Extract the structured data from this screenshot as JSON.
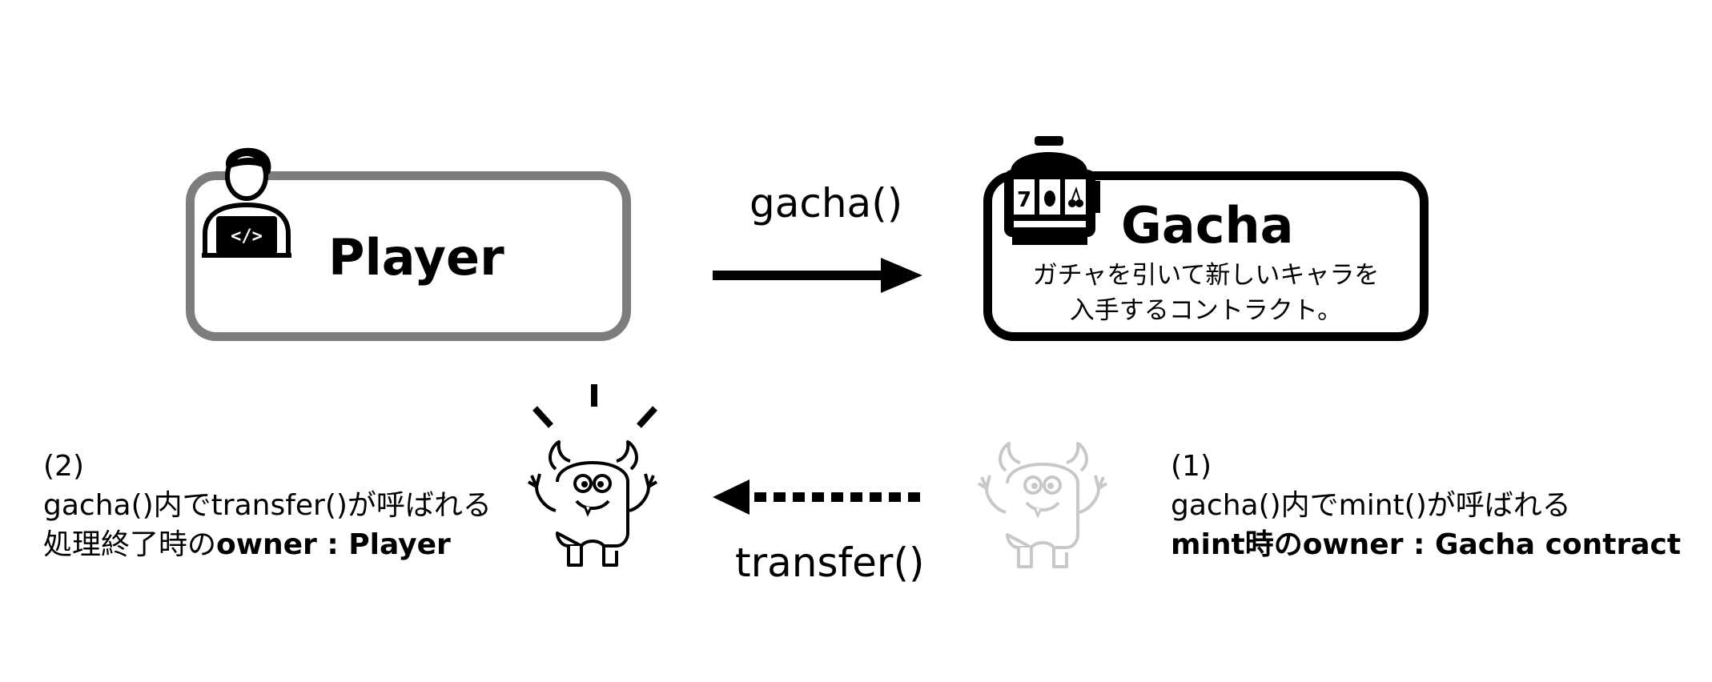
{
  "nodes": {
    "player": {
      "title": "Player"
    },
    "gacha": {
      "title": "Gacha",
      "description": [
        "ガチャを引いて新しいキャラを",
        "入手するコントラクト。"
      ]
    }
  },
  "edges": {
    "call": {
      "label": "gacha()"
    },
    "transfer": {
      "label": "transfer()"
    }
  },
  "notes": {
    "left": {
      "step": "(2)",
      "line1": "gacha()内でtransfer()が呼ばれる",
      "line2_prefix": "処理終了時の",
      "line2_bold": "owner : Player"
    },
    "right": {
      "step": "(1)",
      "line1": "gacha()内でmint()が呼ばれる",
      "line2_bold": "mint時のowner : Gacha contract"
    }
  },
  "icons": {
    "player": "developer-laptop-icon",
    "gacha": "slot-machine-icon",
    "character_active": "monster-character-icon",
    "character_faded": "monster-character-faded-icon"
  },
  "colors": {
    "player_border": "#7d7d7d",
    "gacha_border": "#000000",
    "faded": "#c8c8c8"
  }
}
